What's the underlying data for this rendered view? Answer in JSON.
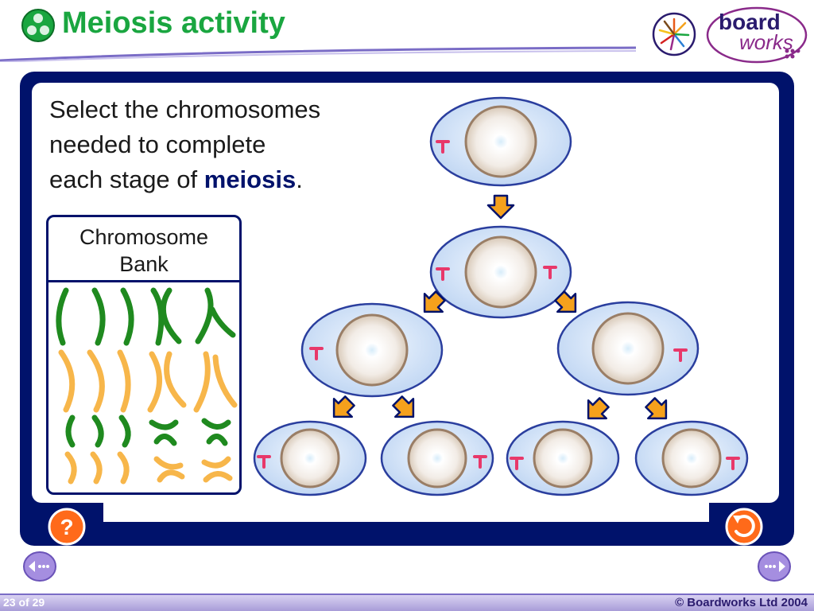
{
  "header": {
    "title": "Meiosis activity",
    "brand_top": "board",
    "brand_bottom": "works"
  },
  "instructions": {
    "line1": "Select the chromosomes",
    "line2": "needed to complete",
    "line3_prefix": "each stage of ",
    "line3_bold": "meiosis",
    "line3_suffix": "."
  },
  "bank": {
    "title_line1": "Chromosome",
    "title_line2": "Bank"
  },
  "cells": {
    "label": "T"
  },
  "footer": {
    "page": "23 of 29",
    "copyright": "© Boardworks Ltd 2004"
  },
  "colors": {
    "title_green": "#1aa640",
    "frame_navy": "#00126b",
    "arrow_orange": "#f5a11c",
    "chromosome_green": "#1f8a1f",
    "chromosome_orange": "#f7b64a",
    "cell_fill": "#cfe1f7",
    "button_orange": "#ff6a1a",
    "nav_purple": "#a58ee0"
  },
  "icons": {
    "help": "question-icon",
    "restart": "restart-icon",
    "prev": "back-arrow-icon",
    "next": "forward-arrow-icon"
  }
}
